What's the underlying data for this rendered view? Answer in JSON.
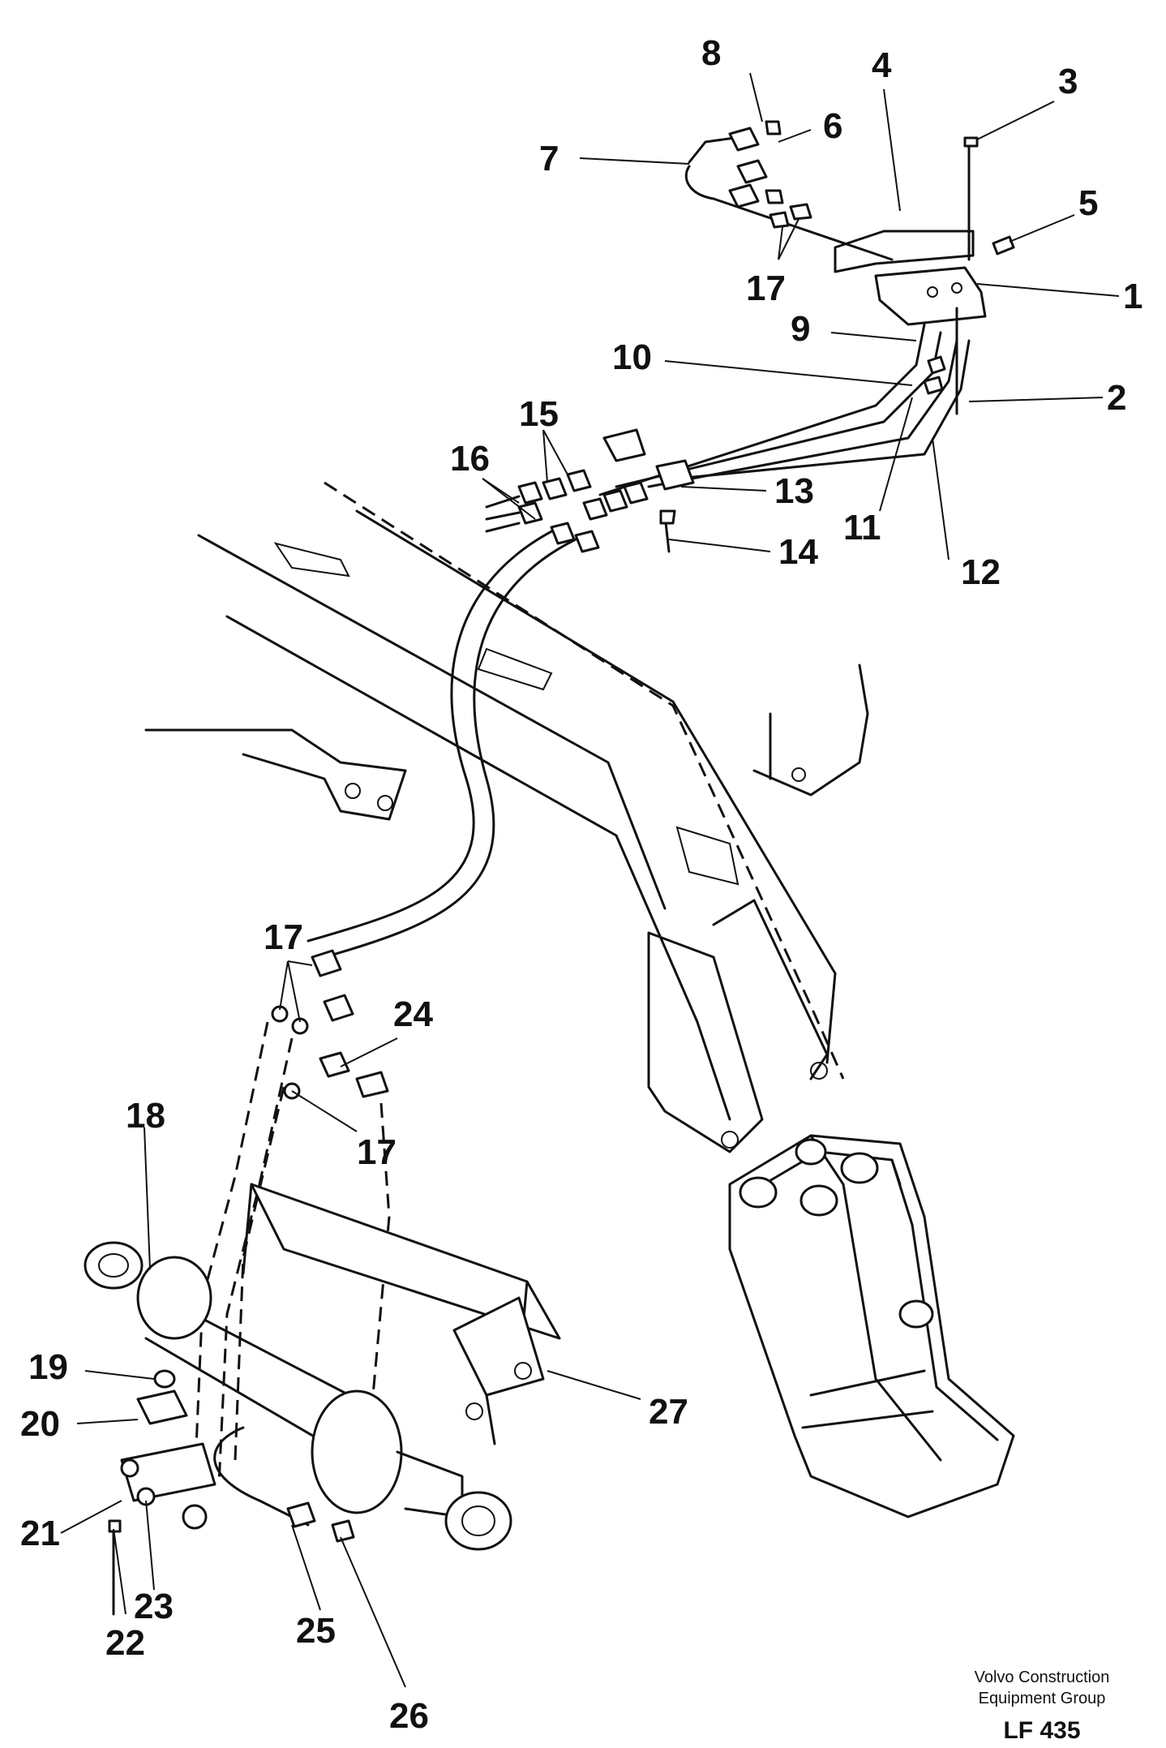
{
  "labels": {
    "l1": "1",
    "l2": "2",
    "l3": "3",
    "l4": "4",
    "l5": "5",
    "l6": "6",
    "l7": "7",
    "l8": "8",
    "l9": "9",
    "l10": "10",
    "l11": "11",
    "l12": "12",
    "l13": "13",
    "l14": "14",
    "l15": "15",
    "l16": "16",
    "l17a": "17",
    "l17b": "17",
    "l17c": "17",
    "l18": "18",
    "l19": "19",
    "l20": "20",
    "l21": "21",
    "l22": "22",
    "l23": "23",
    "l24": "24",
    "l25": "25",
    "l26": "26",
    "l27": "27"
  },
  "caption": {
    "line1": "Volvo Construction",
    "line2": "Equipment Group",
    "code": "LF 435"
  }
}
